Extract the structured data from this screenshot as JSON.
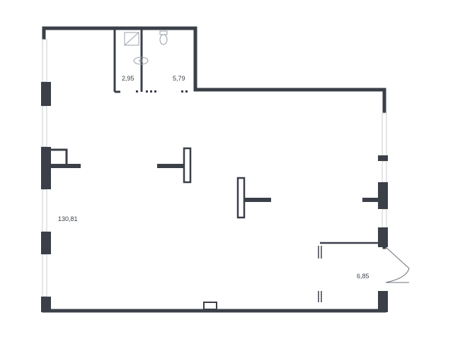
{
  "floor_plan": {
    "wall_color": "#3a3f48",
    "window_color": "#c9ccd1",
    "rooms": [
      {
        "id": "bathroom-small",
        "area": "2,95"
      },
      {
        "id": "bathroom-large",
        "area": "5,79"
      },
      {
        "id": "main-hall",
        "area": "130,81"
      },
      {
        "id": "entrance-room",
        "area": "6,85"
      }
    ],
    "fixtures": [
      {
        "id": "shower",
        "icon": "shower-tray-icon"
      },
      {
        "id": "sink",
        "icon": "sink-icon"
      },
      {
        "id": "toilet",
        "icon": "toilet-icon"
      }
    ]
  }
}
